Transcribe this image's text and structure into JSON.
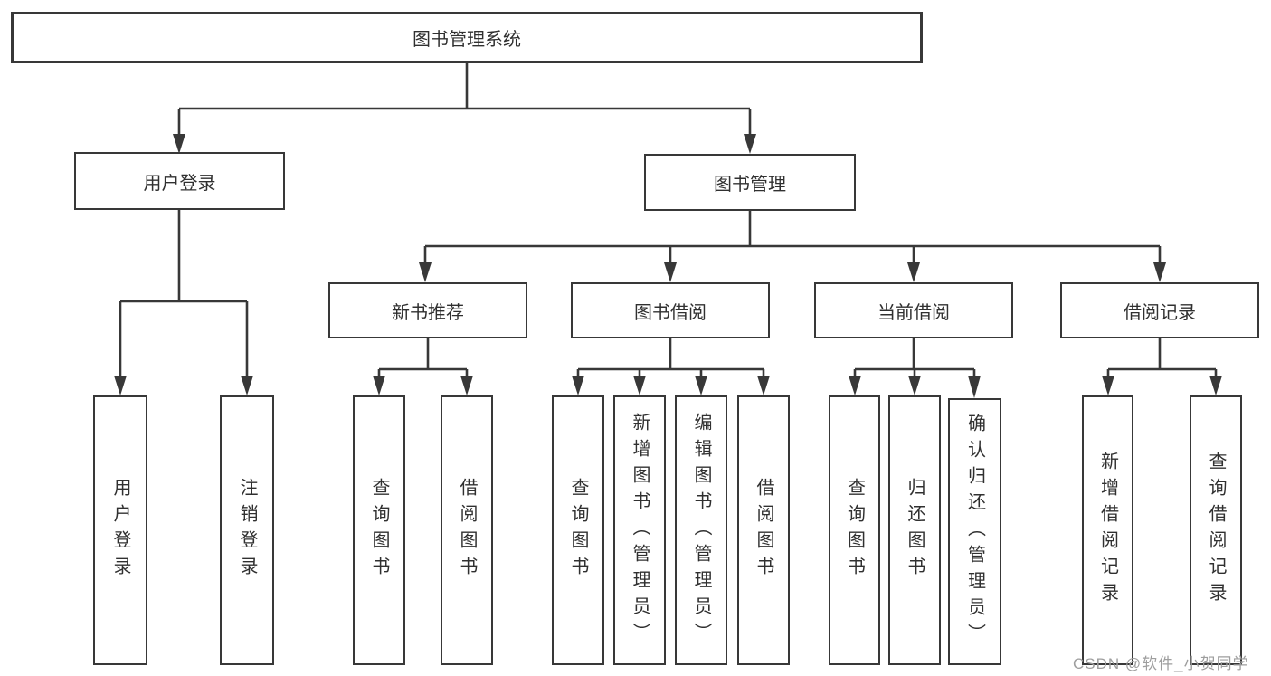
{
  "title": "图书管理系统",
  "tree": {
    "label": "图书管理系统",
    "children": [
      {
        "label": "用户登录",
        "children": [
          {
            "label": "用户登录"
          },
          {
            "label": "注销登录"
          }
        ]
      },
      {
        "label": "图书管理",
        "children": [
          {
            "label": "新书推荐",
            "children": [
              {
                "label": "查询图书"
              },
              {
                "label": "借阅图书"
              }
            ]
          },
          {
            "label": "图书借阅",
            "children": [
              {
                "label": "查询图书"
              },
              {
                "label": "新增图书（管理员）"
              },
              {
                "label": "编辑图书（管理员）"
              },
              {
                "label": "借阅图书"
              }
            ]
          },
          {
            "label": "当前借阅",
            "children": [
              {
                "label": "查询图书"
              },
              {
                "label": "归还图书"
              },
              {
                "label": "确认归还（管理员）"
              }
            ]
          },
          {
            "label": "借阅记录",
            "children": [
              {
                "label": "新增借阅记录"
              },
              {
                "label": "查询借阅记录"
              }
            ]
          }
        ]
      }
    ]
  },
  "watermark": {
    "text": "CSDN @软件_小贺同学"
  },
  "colors": {
    "line": "#383838",
    "text": "#303030",
    "watermark": "#9e9e9e",
    "background": "#ffffff"
  }
}
